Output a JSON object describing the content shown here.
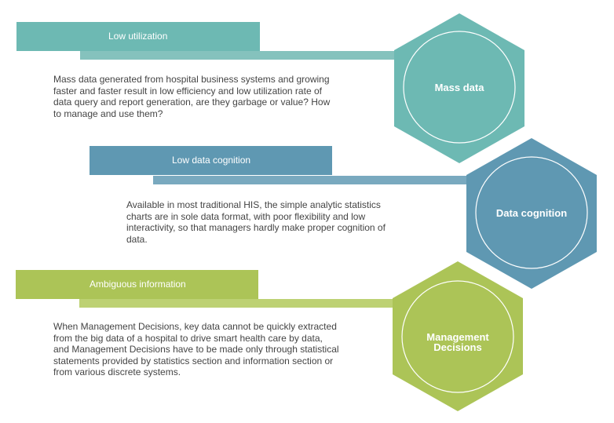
{
  "colors": {
    "teal": "#6db9b3",
    "teal_light": "#85c2bd",
    "blue": "#5f98b2",
    "blue_light": "#79a9bf",
    "green": "#acc457",
    "green_light": "#bdd173",
    "ring": "#ffffff"
  },
  "sections": [
    {
      "tag": "Low utilization",
      "hex_label": "Mass data",
      "description": "Mass data generated from hospital business systems and growing faster and faster result in low efficiency and low utilization rate of data query and report generation, are they garbage or value? How to manage and use them?"
    },
    {
      "tag": "Low data cognition",
      "hex_label": "Data cognition",
      "description": "Available in most traditional HIS, the simple analytic statistics charts are in sole data format, with poor flexibility and low interactivity, so that managers hardly make proper cognition of data."
    },
    {
      "tag": "Ambiguous information",
      "hex_label_line1": "Management",
      "hex_label_line2": "Decisions",
      "description": "When Management Decisions, key data cannot be quickly extracted from the big data of a hospital to drive smart health care by data, and Management Decisions have to be made only through statistical statements provided by statistics section and information section or from various discrete  systems."
    }
  ]
}
